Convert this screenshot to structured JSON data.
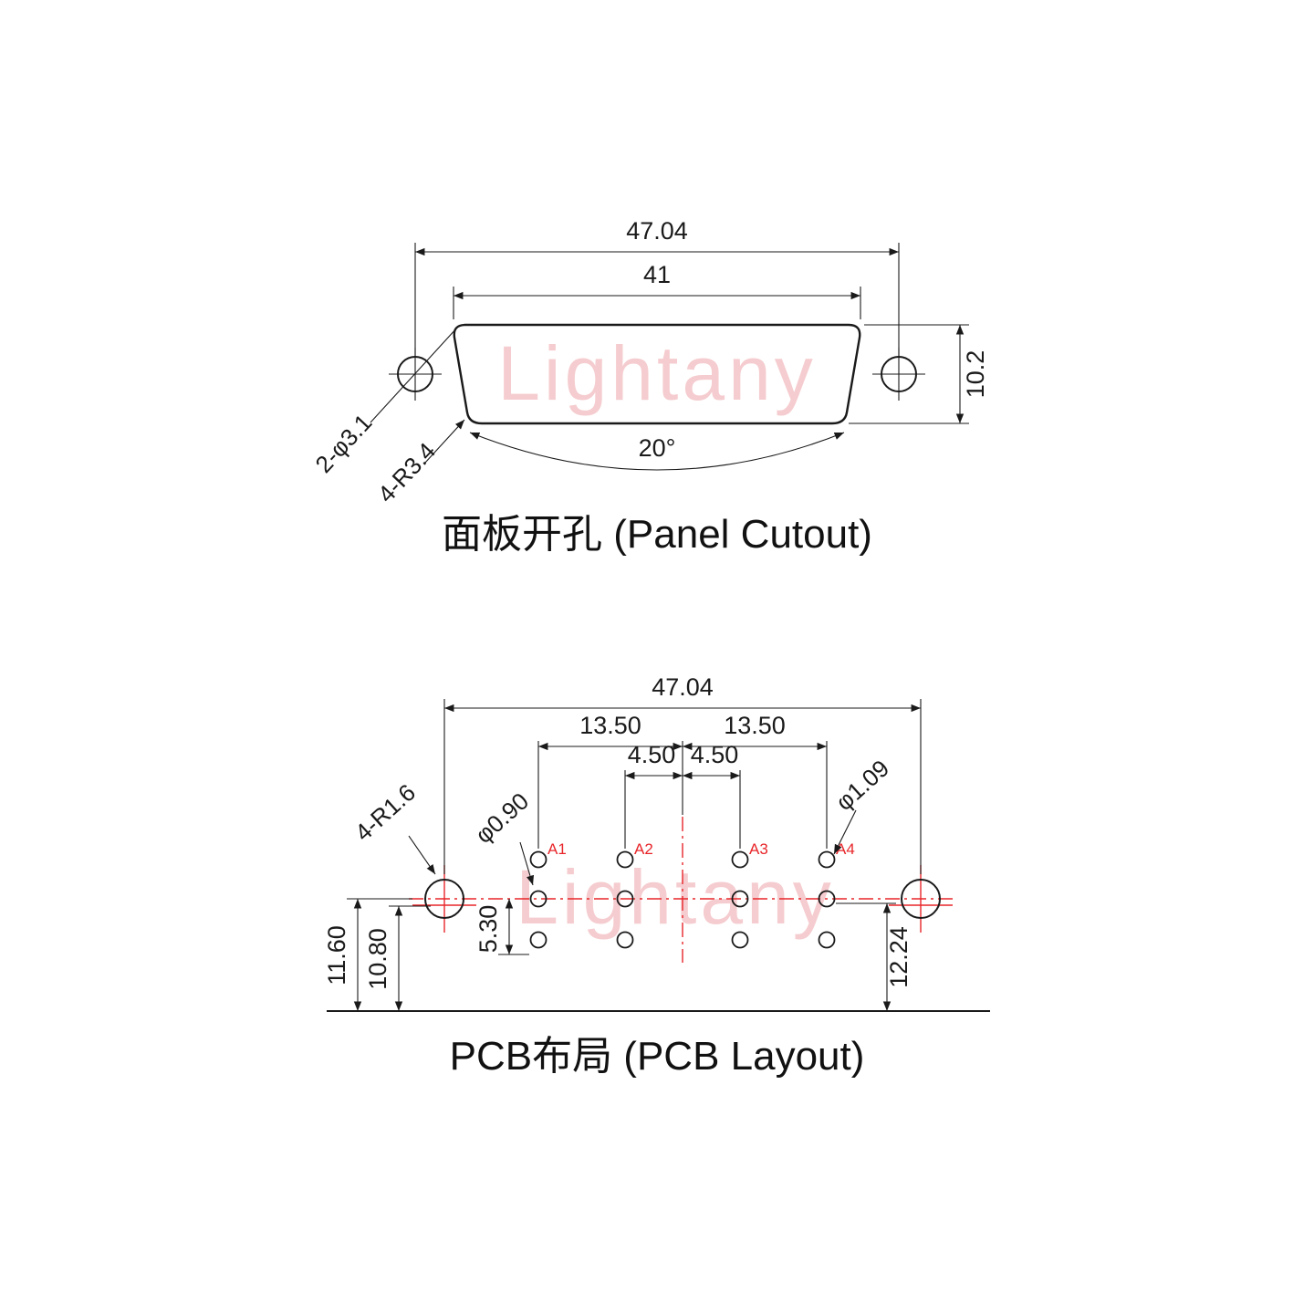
{
  "watermark": "Lightany",
  "panel": {
    "title": "面板开孔 (Panel Cutout)",
    "dim_outer_width": "47.04",
    "dim_inner_width": "41",
    "dim_height": "10.2",
    "dim_angle": "20°",
    "label_mount_holes": "2-φ3.1",
    "label_corner_radius": "4-R3.4"
  },
  "pcb": {
    "title": "PCB布局 (PCB Layout)",
    "dim_outer_width": "47.04",
    "dim_pitch_left": "13.50",
    "dim_pitch_right": "13.50",
    "dim_inner_left": "4.50",
    "dim_inner_right": "4.50",
    "label_pad_dia": "φ0.90",
    "label_pin_dia": "φ1.09",
    "label_mount_radius": "4-R1.6",
    "dim_row_pitch": "5.30",
    "dim_mount_to_edge": "11.60",
    "dim_pad_to_edge": "10.80",
    "dim_right_to_edge": "12.24",
    "pins": [
      "A1",
      "A2",
      "A3",
      "A4"
    ]
  }
}
